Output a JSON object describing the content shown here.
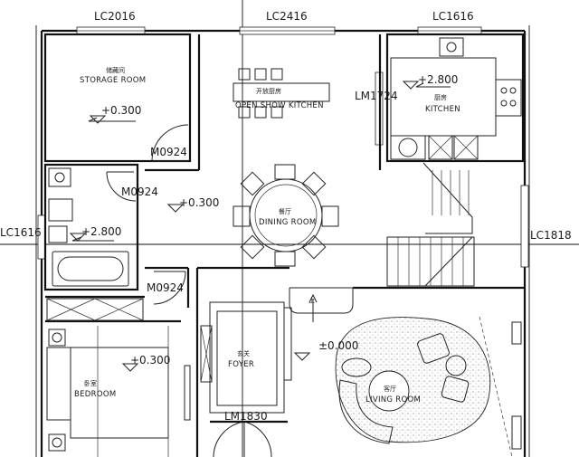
{
  "windows": {
    "lc2016": "LC2016",
    "lc2416": "LC2416",
    "lc1616_top": "LC1616",
    "lc1616_left": "LC1616",
    "lc1818": "LC1818",
    "lm1724": "LM1724",
    "lm1830": "LM1830"
  },
  "doors": {
    "m0924_a": "M0924",
    "m0924_b": "M0924",
    "m0924_c": "M0924"
  },
  "rooms": {
    "storage_room": "STORAGE ROOM",
    "open_show_kitchen": "OPEN SHOW KITCHEN",
    "kitchen": "KITCHEN",
    "dining_room": "DINING ROOM",
    "foyer": "FOYER",
    "bedroom": "BEDROOM",
    "living_room": "LIVING ROOM"
  },
  "room_cjk": {
    "storage": "储藏间",
    "open_kitchen": "开放厨房",
    "kitchen": "厨房",
    "dining": "餐厅",
    "foyer": "玄关",
    "bedroom": "卧室",
    "living": "客厅"
  },
  "levels": {
    "storage": "+0.300",
    "kitchen": "+2.800",
    "hall": "+0.300",
    "bath": "+2.800",
    "bedroom": "+0.300",
    "living": "±0.000"
  },
  "stair": {
    "up_label": "上"
  },
  "colors": {
    "line": "#111111",
    "window_fill": "#ffffff",
    "hatch": "#777777"
  }
}
